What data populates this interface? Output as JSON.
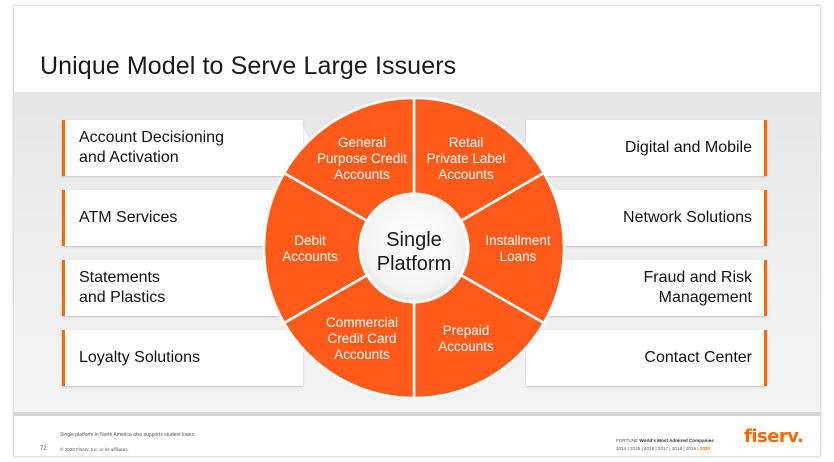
{
  "title": "Unique Model to Serve Large Issuers",
  "center": {
    "line1": "Single",
    "line2": "Platform"
  },
  "segments": [
    {
      "lines": [
        "Retail",
        "Private Label",
        "Accounts"
      ]
    },
    {
      "lines": [
        "Installment",
        "Loans"
      ]
    },
    {
      "lines": [
        "Prepaid",
        "Accounts"
      ]
    },
    {
      "lines": [
        "Commercial",
        "Credit Card",
        "Accounts"
      ]
    },
    {
      "lines": [
        "Debit",
        "Accounts"
      ]
    },
    {
      "lines": [
        "General",
        "Purpose Credit",
        "Accounts"
      ]
    }
  ],
  "left_services": [
    {
      "line1": "Account Decisioning",
      "line2": "and Activation"
    },
    {
      "line1": "ATM Services",
      "line2": ""
    },
    {
      "line1": "Statements",
      "line2": "and Plastics"
    },
    {
      "line1": "Loyalty Solutions",
      "line2": ""
    }
  ],
  "right_services": [
    {
      "line1": "Digital and Mobile",
      "line2": ""
    },
    {
      "line1": "Network Solutions",
      "line2": ""
    },
    {
      "line1": "Fraud and Risk",
      "line2": "Management"
    },
    {
      "line1": "Contact Center",
      "line2": ""
    }
  ],
  "footer": {
    "footnote": "Single platform in North America also supports student loans.",
    "page_number": "72",
    "copyright": "© 2020 Fiserv, Inc. or its affiliates.",
    "fortune_prefix": "FORTUNE",
    "fortune_title": "World's Most Admired Companies",
    "fortune_years": "2014 | 2015 | 2016 | 2017 | 2018 | 2019 |",
    "fortune_year_highlight": "2020",
    "logo_text": "fiserv",
    "logo_dot": "."
  },
  "colors": {
    "accent": "#ff6600",
    "wheel": "#ff5a1a",
    "center_fill": "#ffffff",
    "band": "#e9e9e9"
  }
}
